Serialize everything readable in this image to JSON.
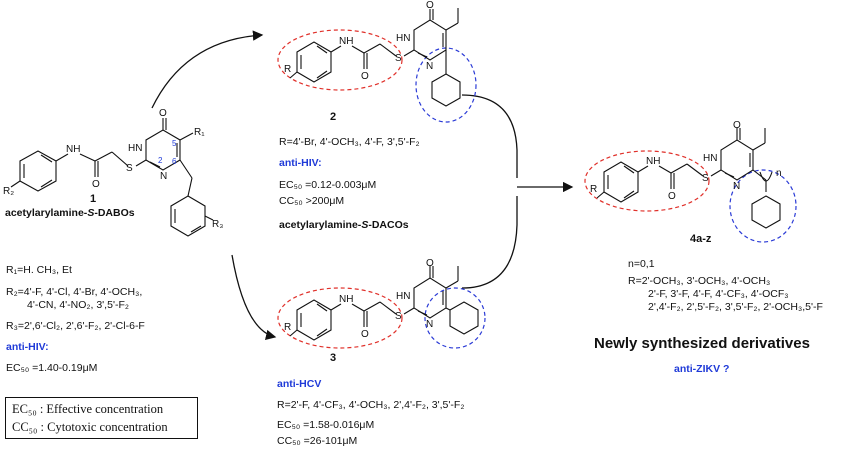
{
  "compounds": {
    "c1": {
      "number": "1",
      "name": "acetylarylamine-",
      "name_s": "S",
      "name_tail": "-DABOs",
      "r1_line": "R₁=H. CH₃, Et",
      "r2_line1": "R₂=4'-F, 4'-Cl, 4'-Br, 4'-OCH₃,",
      "r2_line2": "4'-CN, 4'-NO₂, 3',5'-F₂",
      "r3_line": "R₃=2',6'-Cl₂, 2',6'-F₂, 2'-Cl-6-F",
      "activity_label": "anti-HIV:",
      "ec50_line": "EC₅₀ =1.40-0.19μM"
    },
    "c2": {
      "number": "2",
      "r_line": "R=4'-Br, 4'-OCH₃, 4'-F, 3',5'-F₂",
      "activity_label": "anti-HIV:",
      "ec50_line": "EC₅₀ =0.12-0.003μM",
      "cc50_line": "CC₅₀ >200μM",
      "name": "acetylarylamine-",
      "name_s": "S",
      "name_tail": "-DACOs"
    },
    "c3": {
      "number": "3",
      "activity_label": "anti-HCV",
      "r_line": "R=2'-F, 4'-CF₃, 4'-OCH₃, 2',4'-F₂, 3',5'-F₂",
      "ec50_line": "EC₅₀ =1.58-0.016μM",
      "cc50_line": "CC₅₀ =26-101μM"
    },
    "c4": {
      "number": "4a-z",
      "n_line": "n=0,1",
      "r_line1": "R=2'-OCH₃, 3'-OCH₃, 4'-OCH₃",
      "r_line2": "2'-F, 3'-F, 4'-F, 4'-CF₃, 4'-OCF₃",
      "r_line3": "2',4'-F₂, 2',5'-F₂, 3',5'-F₂,  2'-OCH₃,5'-F",
      "heading": "Newly synthesized derivatives",
      "activity_label": "anti-ZIKV ?"
    }
  },
  "legend": {
    "line1": "EC₅₀ : Effective concentration",
    "line2": "CC₅₀ : Cytotoxic concentration"
  },
  "atoms": {
    "O": "O",
    "H": "H",
    "N": "N",
    "NH": "NH",
    "HN": "HN",
    "S": "S",
    "R": "R",
    "R1": "R₁",
    "R2": "R₂",
    "R3": "R₃",
    "n": "n",
    "pos2": "2",
    "pos5": "5",
    "pos6": "6"
  },
  "colors": {
    "accent_blue": "#1f3ad8",
    "ellipse_red": "#e0302a",
    "ellipse_blue": "#2b3bd6",
    "line": "#111111"
  }
}
